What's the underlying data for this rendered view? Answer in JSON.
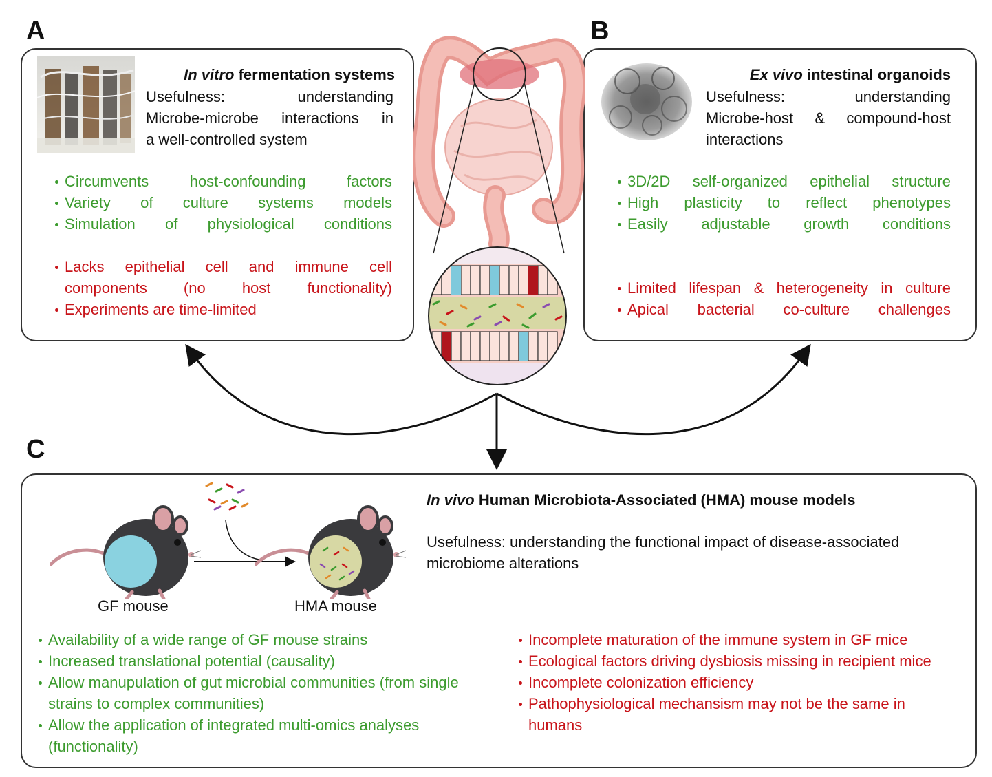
{
  "panels": {
    "a": {
      "letter": "A",
      "title_italic": "In vitro",
      "title_rest": "fermentation systems",
      "usefulness_lines": [
        "Usefulness: understanding",
        "Microbe-microbe interactions in",
        "a well-controlled system"
      ],
      "pros": [
        "Circumvents host-confounding factors",
        "Variety of culture systems models",
        "Simulation of physiological conditions"
      ],
      "cons": [
        "Lacks epithelial cell and immune cell components (no host functionality)",
        "Experiments are time-limited"
      ]
    },
    "b": {
      "letter": "B",
      "title_italic": "Ex vivo",
      "title_rest": "intestinal organoids",
      "usefulness_lines": [
        "Usefulness: understanding",
        "Microbe-host & compound-host",
        "interactions"
      ],
      "pros": [
        "3D/2D self-organized epithelial structure",
        "High plasticity to reflect phenotypes",
        "Easily adjustable growth conditions"
      ],
      "cons": [
        "Limited lifespan & heterogeneity in culture",
        "Apical bacterial co-culture challenges"
      ]
    },
    "c": {
      "letter": "C",
      "title_italic": "In vivo",
      "title_rest": "Human Microbiota-Associated (HMA) mouse models",
      "usefulness": "Usefulness: understanding the functional impact of disease-associated microbiome alterations",
      "gf_label": "GF mouse",
      "hma_label": "HMA mouse",
      "pros": [
        "Availability of a wide range of GF mouse strains",
        "Increased translational potential (causality)",
        "Allow manupulation of gut microbial communities (from single strains to complex communities)",
        "Allow the application of integrated multi-omics analyses (functionality)"
      ],
      "cons": [
        "Incomplete maturation of the immune system  in GF mice",
        "Ecological factors driving dysbiosis missing in recipient mice",
        "Incomplete colonization efficiency",
        "Pathophysiological mechansism may not be the same in humans"
      ]
    }
  },
  "colors": {
    "pro": "#3c9b2e",
    "con": "#c8141a",
    "border": "#333333",
    "mouse_body": "#3a3a3d",
    "mouse_ear": "#d9a0a5",
    "gf_circle": "#8ad2e0",
    "gut": "#f0b0aa"
  },
  "icons": [
    "fermenter-photo",
    "organoid-photo",
    "intestine-illustration",
    "epithelium-magnifier",
    "gf-mouse-illustration",
    "hma-mouse-illustration",
    "bacteria-cluster",
    "arrow-icon"
  ]
}
